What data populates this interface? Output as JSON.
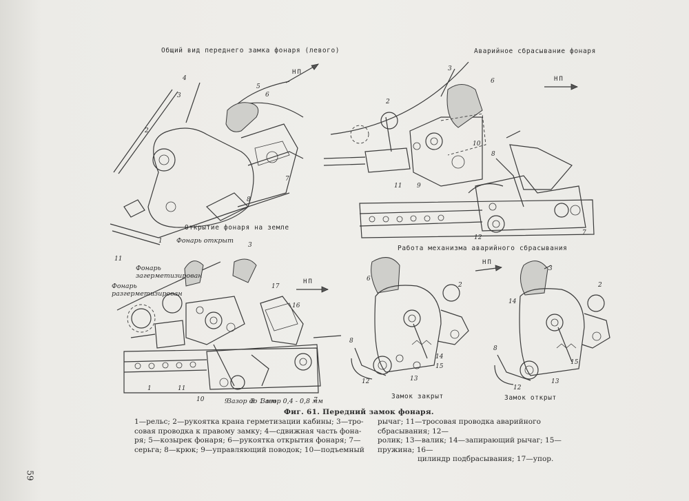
{
  "labels": {
    "title_general_view": "Общий вид переднего замка фонаря (левого)",
    "title_emergency": "Аварийное сбрасывание фонаря",
    "title_open_ground": "Открытие фонаря на земле",
    "title_mechanism": "Работа механизма аварийного сбрасывания",
    "lock_closed": "Замок закрыт",
    "lock_open": "Замок открыт",
    "canopy_open": "Фонарь открыт",
    "canopy_sealed": "Фонарь загерметизирован",
    "canopy_unsealed": "Фонарь разгерметизирован",
    "gap_1": "Зазор до 1 мм",
    "gap_2": "Зазор 0,4 - 0,8 мм",
    "np": "НП"
  },
  "figure_numbers": {
    "top_left": [
      "4",
      "3",
      "2",
      "5",
      "6",
      "7",
      "8",
      "1",
      "11"
    ],
    "top_right": [
      "3",
      "2",
      "6",
      "10",
      "11",
      "9",
      "8",
      "12",
      "7"
    ],
    "bottom_left": [
      "3",
      "17",
      "16",
      "1",
      "11",
      "10",
      "9",
      "8",
      "7"
    ],
    "bottom_mid": [
      "6",
      "2",
      "8",
      "12",
      "13",
      "14",
      "15"
    ],
    "bottom_right": [
      "3",
      "2",
      "14",
      "8",
      "12",
      "13",
      "15"
    ]
  },
  "caption": {
    "title": "Фиг. 61. Передний замок фонаря.",
    "left_lines": [
      "1—рельс; 2—рукоятка крана герметизации кабины; 3—тро-",
      "совая проводка к правому замку; 4—сдвижная часть фона-",
      "ря; 5—козырек фонаря; 6—рукоятка открытия фонаря; 7—",
      "серьга; 8—крюк; 9—управляющий поводок; 10—подъемный"
    ],
    "right_lines": [
      "рычаг; 11—тросовая проводка аварийного сбрасывания; 12—",
      "ролик; 13—валик; 14—запирающий рычаг; 15—пружина; 16—",
      "цилиндр подбрасывания; 17—упор."
    ]
  },
  "page_number": "59"
}
